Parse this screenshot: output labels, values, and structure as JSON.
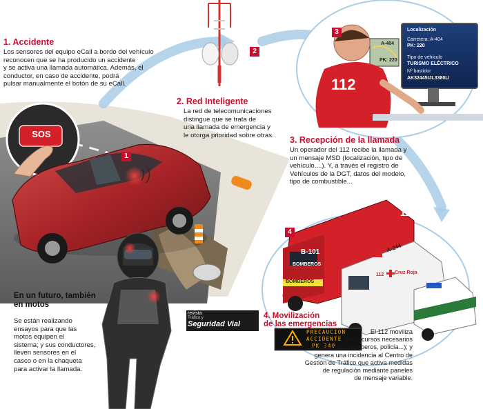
{
  "colors": {
    "accent": "#c8102e",
    "car": "#b3262b",
    "arrow": "#a9cde6"
  },
  "step1": {
    "badge": "1",
    "title": "1. Accidente",
    "lines": [
      "Los sensores del equipo eCall a bordo del vehículo",
      "reconocen que se ha producido un accidente",
      "y se activa una llamada automática. Además, el",
      "conductor, en caso de accidente, podrá",
      "pulsar manualmente el botón de su eCall."
    ],
    "sos_label": "SOS"
  },
  "step2": {
    "badge": "2",
    "title": "2. Red Inteligente",
    "lines": [
      "La red de telecomunicaciones",
      "distingue que se trata de",
      "una llamada de emergencia y",
      "le otorga prioridad sobre otras."
    ]
  },
  "step3": {
    "badge": "3",
    "title": "3. Recepción de la llamada",
    "lines": [
      "Un operador del 112 recibe la llamada y",
      "un mensaje MSD (localización, tipo de",
      "vehículo....). Y, a través el registro de",
      "Vehículos de la DGT, datos del modelo,",
      "tipo de combustible..."
    ],
    "operator_shirt": "112",
    "screen": {
      "loc_label": "Localización",
      "road": "Carretera: A-404",
      "pk": "PK: 220",
      "vehicle_label": "Tipo de vehículo",
      "vehicle_val": "TURISMO ELÉCTRICO",
      "bastidor_label": "Nº bastidor",
      "bastidor_val": "AK32445IJL3380LI",
      "map_road": "A-404",
      "map_pk": "PK: 220"
    }
  },
  "step4": {
    "badge": "4",
    "title_line1": "4. Movilización",
    "title_line2": "de las emergencias",
    "lines": [
      "El 112 moviliza",
      "los recursos necesarios",
      "(ambulancias, bomberos, policía...); y",
      "genera una incidencia al Centro de",
      "Gestión de Tráfico que activa medidas",
      "de regulación mediante paneles",
      "de mensaje variable."
    ],
    "vms": [
      "PRECAUCION",
      "ACCIDENTE",
      "PK 340"
    ],
    "truck_plate": "B-101",
    "truck_side": "BOMBEROS",
    "truck_front": "BOMBEROS",
    "truck_number": "112",
    "amb_plate": "A-244",
    "amb_brand": "Cruz Roja",
    "amb_number": "112"
  },
  "future": {
    "title_line1": "En un futuro, también",
    "title_line2": "en motos",
    "lines": [
      "Se están realizando",
      "ensayos para que las",
      "motos equipen el",
      "sistema; y sus conductores,",
      "lleven sensores en el",
      "casco o en la chaqueta",
      "para activar la llamada."
    ]
  },
  "logo": {
    "line1": "revista",
    "line2": "Tráfico y",
    "line3": "Seguridad Vial"
  }
}
